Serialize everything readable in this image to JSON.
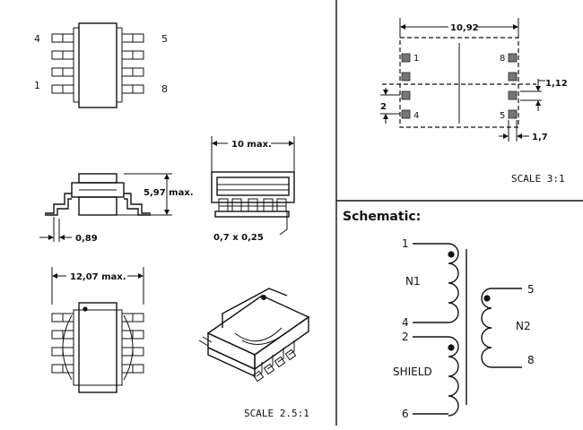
{
  "left": {
    "top_view": {
      "pins": {
        "top_left": "4",
        "top_right": "5",
        "bottom_left": "1",
        "bottom_right": "8"
      }
    },
    "side_dims": {
      "height": "5,97 max.",
      "lead_pitch": "0,89"
    },
    "end_dims": {
      "width": "10 max.",
      "lead": "0,7  x  0,25"
    },
    "bottom_dims": {
      "length": "12,07 max."
    },
    "scale": "SCALE  2.5:1"
  },
  "footprint": {
    "width": "10,92",
    "pad_height": "1,12",
    "pad_pitch": "2",
    "pad_width": "1,7",
    "pins": {
      "tl": "1",
      "tr": "8",
      "bl": "4",
      "br": "5"
    },
    "scale": "SCALE  3:1"
  },
  "schematic": {
    "heading": "Schematic:",
    "pins": {
      "p1": "1",
      "p4": "4",
      "p2": "2",
      "p6": "6",
      "p5": "5",
      "p8": "8"
    },
    "windings": {
      "n1": "N1",
      "n2": "N2",
      "shield": "SHIELD"
    }
  }
}
